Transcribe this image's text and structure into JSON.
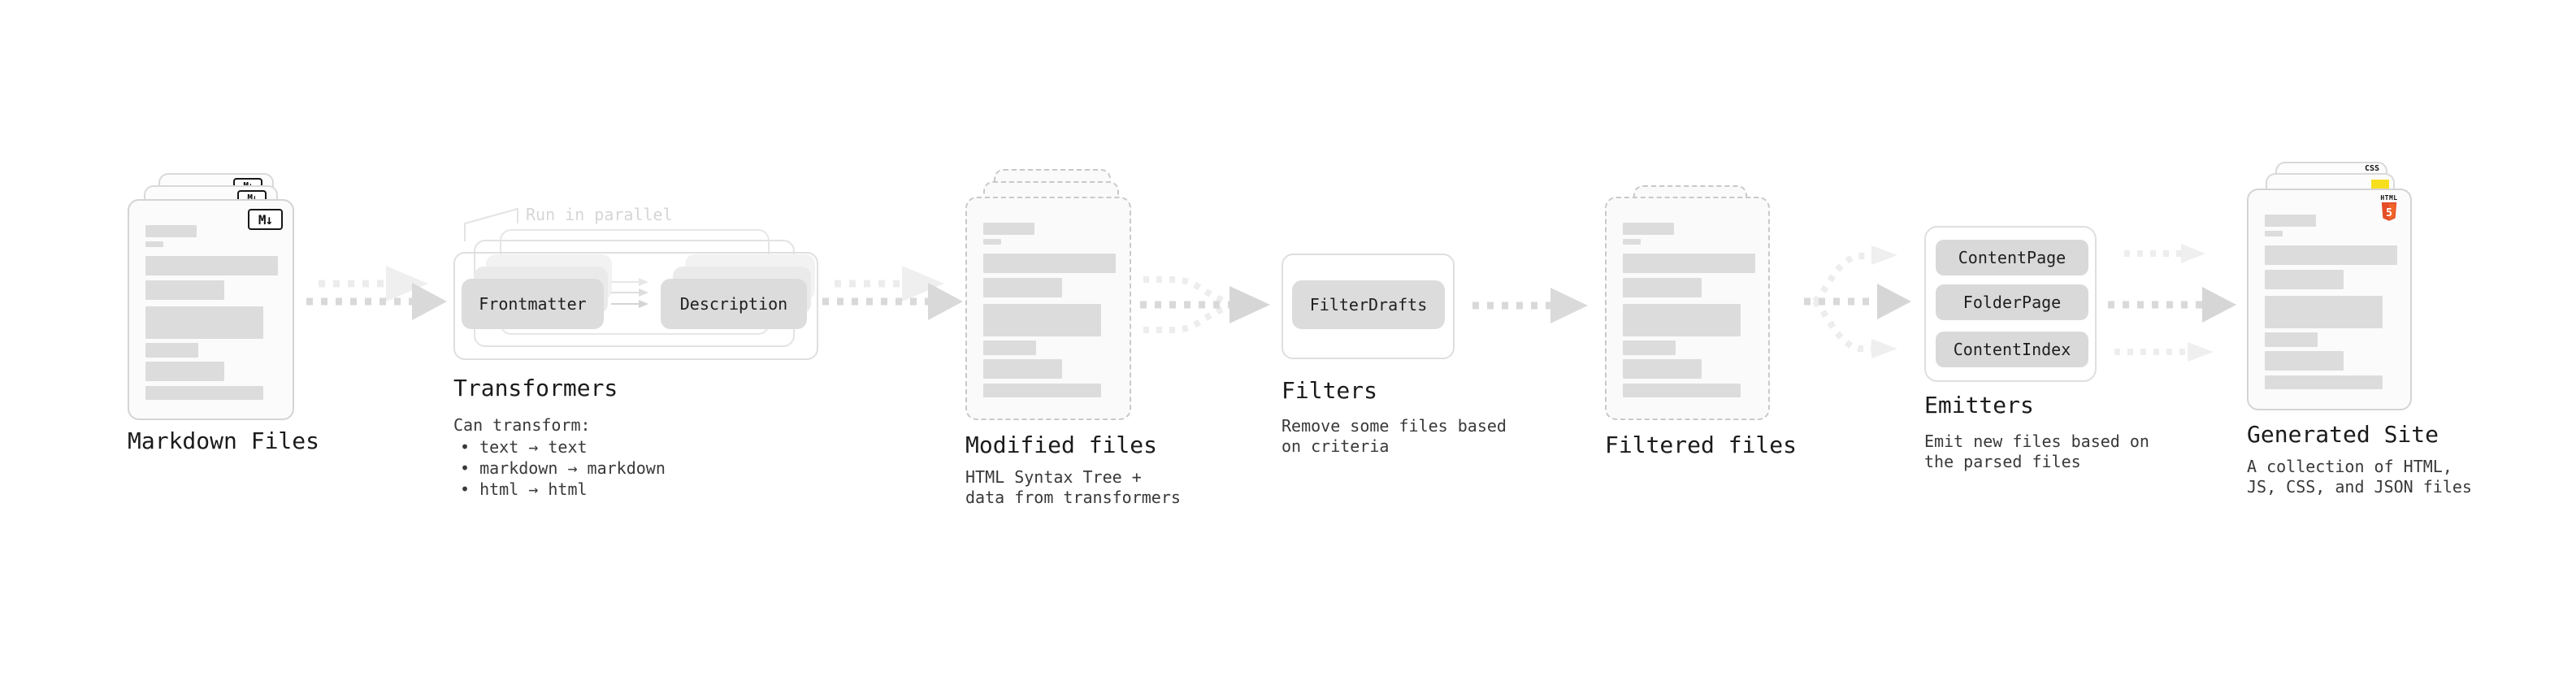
{
  "diagram": {
    "title_none": "",
    "stages": {
      "markdown_files": {
        "label": "Markdown Files",
        "badge": "M↓"
      },
      "transformers": {
        "label": "Transformers",
        "note": "Run in parallel",
        "chips": [
          "Frontmatter",
          "Description"
        ],
        "desc_title": "Can transform:",
        "bullets": [
          "• text → text",
          "• markdown → markdown",
          "• html → html"
        ]
      },
      "modified_files": {
        "label": "Modified files",
        "desc_lines": [
          "HTML Syntax Tree +",
          "data from transformers"
        ]
      },
      "filters": {
        "label": "Filters",
        "chips": [
          "FilterDrafts"
        ],
        "desc_lines": [
          "Remove some files based",
          "on criteria"
        ]
      },
      "filtered_files": {
        "label": "Filtered files"
      },
      "emitters": {
        "label": "Emitters",
        "chips": [
          "ContentPage",
          "FolderPage",
          "ContentIndex"
        ],
        "desc_lines": [
          "Emit new files based on",
          "the parsed files"
        ]
      },
      "generated_site": {
        "label": "Generated Site",
        "badges": {
          "css_label": "CSS",
          "html_label": "HTML",
          "html5_number": "5"
        },
        "desc_lines": [
          "A collection of HTML,",
          "JS, CSS, and JSON files"
        ]
      }
    },
    "colors": {
      "html5_orange": "#e44d26",
      "html5_orange_light": "#f16529",
      "js_yellow": "#f7df1e",
      "css_blue": "#2760e6",
      "skeleton_gray": "#dcdcdc",
      "chip_gray": "#dcdcdc",
      "card_border": "#d4d4d4",
      "arrow_gray": "#d9d9d9",
      "arrow_light": "#ededed",
      "muted_note": "#d6d6d6",
      "text_dark": "#1b1b1b"
    }
  }
}
